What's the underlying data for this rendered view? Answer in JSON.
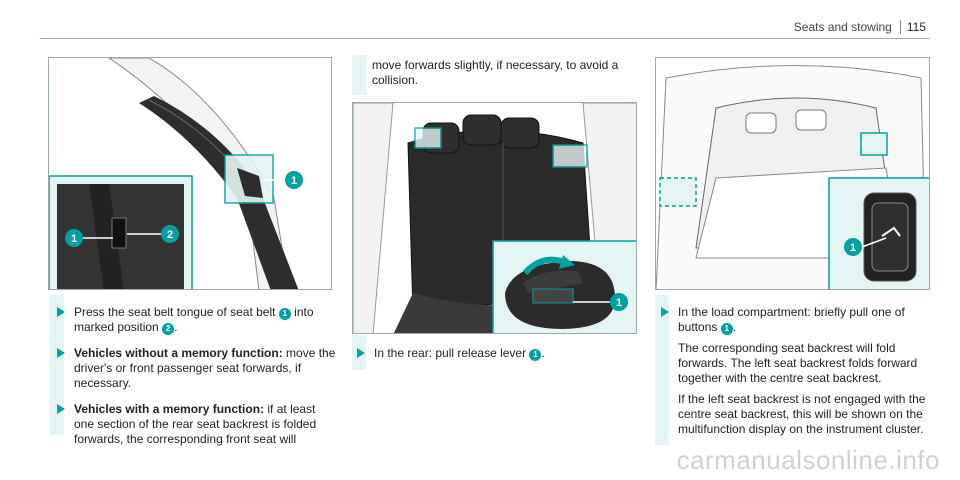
{
  "header": {
    "section": "Seats and stowing",
    "page_number": "115"
  },
  "figures": {
    "fig1": {
      "callouts": [
        "1",
        "1",
        "2"
      ]
    },
    "fig2": {
      "callouts": [
        "1"
      ]
    },
    "fig3": {
      "callouts": [
        "1"
      ]
    }
  },
  "col1": {
    "step1": {
      "a": "Press the seat belt tongue of seat belt",
      "c1": "1",
      "b": "into marked position",
      "c2": "2",
      "end": "."
    },
    "step2": {
      "bold": "Vehicles without a memory function:",
      "text": "move the driver's or front passenger seat forwards, if necessary."
    },
    "step3": {
      "bold": "Vehicles with a memory function:",
      "text": "if at least one section of the rear seat backrest is folded forwards, the corresponding front seat will"
    }
  },
  "col2": {
    "continued": "move forwards slightly, if necessary, to avoid a collision.",
    "step1": {
      "a": "In the rear: pull release lever",
      "c1": "1",
      "end": "."
    }
  },
  "col3": {
    "step1": {
      "a": "In the load compartment: briefly pull one of buttons",
      "c1": "1",
      "end": ".",
      "p2": "The corresponding seat backrest will fold forwards. The left seat backrest folds forward together with the centre seat backrest.",
      "p3": "If the left seat backrest is not engaged with the centre seat backrest, this will be shown on the multifunction display on the instrument cluster."
    }
  },
  "watermark": "carmanualsonline.info",
  "colors": {
    "accent": "#00a1a0",
    "highlight": "#e4f4f2",
    "rule": "#9aa"
  }
}
